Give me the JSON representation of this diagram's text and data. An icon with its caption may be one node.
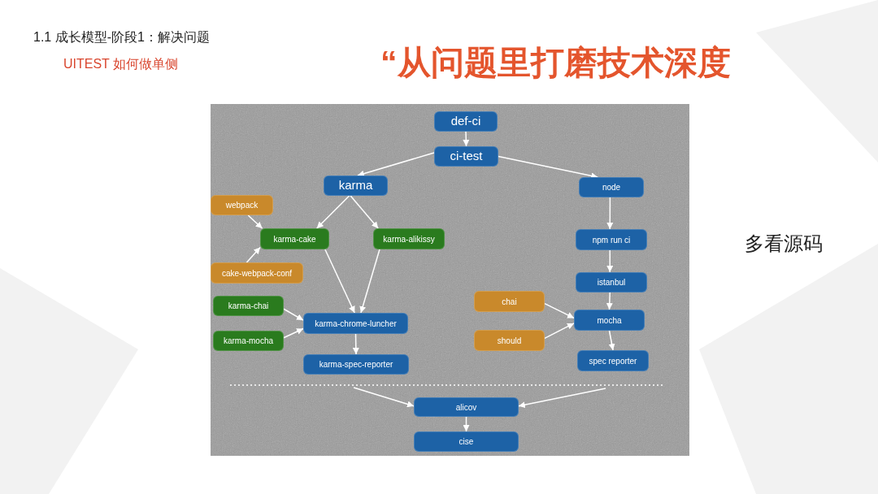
{
  "diagram": {
    "title": "1.1 成长模型-阶段1：解决问题",
    "nodes": [
      {
        "text": [
          "def-ci"
        ]
      },
      {
        "text": [
          "ci-test"
        ]
      },
      {
        "text": [
          "karma"
        ]
      },
      {
        "text": [
          "node"
        ]
      },
      {
        "text": [
          "webpack"
        ]
      },
      {
        "text": [
          "karma-cake"
        ]
      },
      {
        "text": [
          "karma-alikissy"
        ]
      },
      {
        "text": [
          "npm run ci"
        ]
      },
      {
        "text": [
          "cake-webpack-conf"
        ]
      },
      {
        "text": [
          "istanbul"
        ]
      },
      {
        "text": [
          "chai"
        ]
      },
      {
        "text": [
          "karma-chai"
        ]
      },
      {
        "text": [
          "karma-chrome-luncher"
        ]
      },
      {
        "text": [
          "mocha"
        ]
      },
      {
        "text": [
          "karma-mocha"
        ]
      },
      {
        "text": [
          "should"
        ]
      },
      {
        "text": [
          "karma-spec-reporter"
        ]
      },
      {
        "text": [
          "spec reporter"
        ]
      },
      {
        "text": [
          "alicov"
        ]
      },
      {
        "text": [
          "cise"
        ]
      }
    ],
    "edges": [
      {
        "from": 0,
        "to": 1,
        "arrow": "to"
      },
      {
        "from": 1,
        "to": 2,
        "arrow": "to"
      },
      {
        "from": 1,
        "to": 3,
        "arrow": "to"
      },
      {
        "from": 2,
        "to": 5,
        "arrow": "to"
      },
      {
        "from": 2,
        "to": 6,
        "arrow": "to"
      },
      {
        "from": 4,
        "to": 5,
        "arrow": "to"
      },
      {
        "from": 8,
        "to": 5,
        "arrow": "to"
      },
      {
        "from": 5,
        "to": 12,
        "arrow": "to"
      },
      {
        "from": 6,
        "to": 12,
        "arrow": "to"
      },
      {
        "from": 11,
        "to": 12,
        "arrow": "to"
      },
      {
        "from": 14,
        "to": 12,
        "arrow": "to"
      },
      {
        "from": 12,
        "to": 16,
        "arrow": "to"
      },
      {
        "from": 3,
        "to": 7,
        "arrow": "to"
      },
      {
        "from": 7,
        "to": 9,
        "arrow": "to"
      },
      {
        "from": 9,
        "to": 13,
        "arrow": "to"
      },
      {
        "from": 10,
        "to": 13,
        "arrow": "to"
      },
      {
        "from": 15,
        "to": 13,
        "arrow": "to"
      },
      {
        "from": 13,
        "to": 17,
        "arrow": "to"
      },
      {
        "from": null,
        "to": 18,
        "arrow": "to"
      },
      {
        "from": null,
        "to": 18,
        "arrow": "to"
      },
      {
        "from": 18,
        "to": 19,
        "arrow": "to"
      }
    ],
    "labels": [
      "UITEST 如何做单侧",
      "“从问题里打磨技术深度",
      "多看源码"
    ]
  }
}
